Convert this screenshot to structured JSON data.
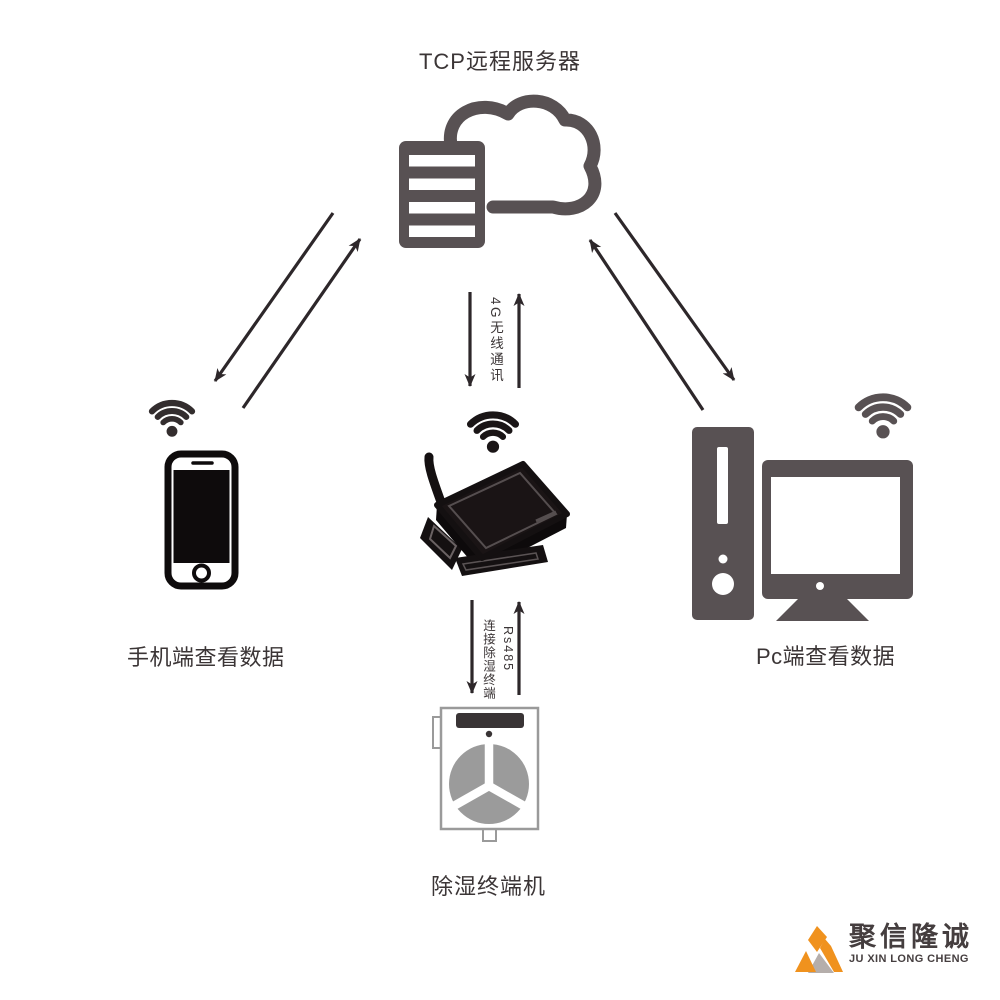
{
  "diagram": {
    "title": "TCP远程服务器",
    "labels": {
      "phone": "手机端查看数据",
      "pc": "Pc端查看数据",
      "dehumidifier": "除湿终端机"
    },
    "link_labels": {
      "wireless_4g": "4G无线通讯",
      "rs485_connect": "连接除湿终端",
      "rs485": "Rs485"
    },
    "icons": {
      "cloud_server": "cloud-server-icon",
      "wifi": "wifi-signal-icon",
      "phone": "smartphone-icon",
      "gateway": "4g-dtu-module-icon",
      "pc": "desktop-pc-icon",
      "dehumidifier": "dehumidifier-fan-icon",
      "logo_mark": "mountain-logo-icon"
    },
    "colors": {
      "icon_gray": "#585153",
      "arrow": "#2d272a",
      "text": "#3b3536",
      "device_black": "#141011",
      "fan_gray": "#9b9b9b",
      "outline_gray": "#9a9a9a"
    }
  },
  "logo": {
    "name_cn": "聚信隆诚",
    "name_en": "JU XIN LONG CHENG",
    "orange": "#f0921e",
    "shadow_gray": "#b5aeab"
  }
}
